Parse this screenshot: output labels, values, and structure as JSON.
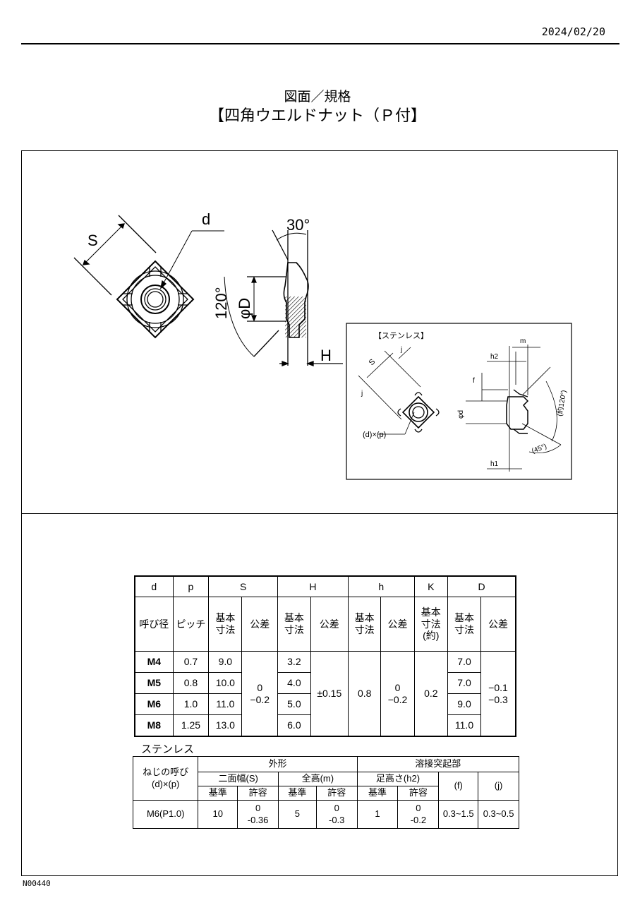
{
  "header": {
    "date": "2024/02/20",
    "title": "図面／規格",
    "subtitle": "【四角ウエルドナット（Ｐ付】"
  },
  "drawing": {
    "label_s": "S",
    "label_d": "d",
    "label_angle30": "30°",
    "label_angle120": "120°",
    "label_phiD": "φD",
    "label_h": "H",
    "inset": {
      "title": "【ステンレス】",
      "label_s": "S",
      "label_j1": "j",
      "label_j2": "j",
      "label_dp": "(d)×(p)",
      "label_m": "m",
      "label_h2": "h2",
      "label_f": "f",
      "label_phid": "φd",
      "label_h1": "h1",
      "label_120": "(約120°)",
      "label_45": "(45°)"
    }
  },
  "table1": {
    "header1": [
      "d",
      "p",
      "S",
      "H",
      "h",
      "K",
      "D"
    ],
    "header2": {
      "nominal": "呼び径",
      "pitch": "ピッチ",
      "s_basic": "基本寸法",
      "s_tol": "公差",
      "h_basic": "基本寸法",
      "h_tol": "公差",
      "hh_basic": "基本寸法",
      "hh_tol": "公差",
      "k_basic": "基本寸法(約)",
      "d_basic": "基本寸法",
      "d_tol": "公差"
    },
    "rows": [
      {
        "d": "M4",
        "p": "0.7",
        "s": "9.0",
        "h": "3.2",
        "dd": "7.0"
      },
      {
        "d": "M5",
        "p": "0.8",
        "s": "10.0",
        "h": "4.0",
        "dd": "7.0"
      },
      {
        "d": "M6",
        "p": "1.0",
        "s": "11.0",
        "h": "5.0",
        "dd": "9.0"
      },
      {
        "d": "M8",
        "p": "1.25",
        "s": "13.0",
        "h": "6.0",
        "dd": "11.0"
      }
    ],
    "merged": {
      "s_tol_upper": "0",
      "s_tol_lower": "−0.2",
      "h_tol": "±0.15",
      "hh_basic": "0.8",
      "hh_tol_upper": "0",
      "hh_tol_lower": "−0.2",
      "k": "0.2",
      "d_tol_upper": "−0.1",
      "d_tol_lower": "−0.3"
    }
  },
  "table2": {
    "caption": "ステンレス",
    "h_name": "ねじの呼び",
    "h_name2": "(d)×(p)",
    "h_shape": "外形",
    "h_weld": "溶接突起部",
    "h_width": "二面幅(S)",
    "h_height": "全高(m)",
    "h_foot": "足高さ(h2)",
    "h_f": "(f)",
    "h_j": "(j)",
    "std": "基準",
    "tol": "許容",
    "row": {
      "name": "M6(P1.0)",
      "s_std": "10",
      "s_tol_upper": "0",
      "s_tol_lower": "-0.36",
      "m_std": "5",
      "m_tol_upper": "0",
      "m_tol_lower": "-0.3",
      "h2_std": "1",
      "h2_tol_upper": "0",
      "h2_tol_lower": "-0.2",
      "f": "0.3~1.5",
      "j": "0.3~0.5"
    }
  },
  "footer": {
    "doc_id": "N00440"
  }
}
